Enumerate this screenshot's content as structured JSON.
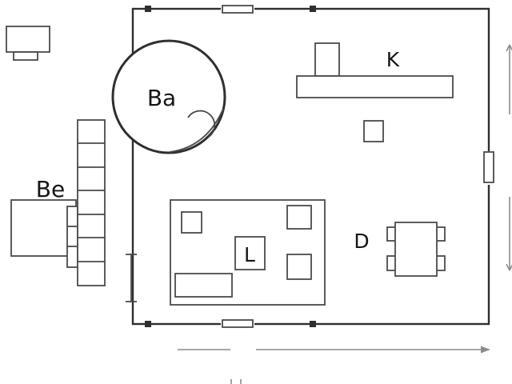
{
  "diagram": {
    "type": "floor-plan",
    "rooms": [
      {
        "id": "bathroom",
        "label": "Ba"
      },
      {
        "id": "kitchen",
        "label": "K"
      },
      {
        "id": "bedroom",
        "label": "Be"
      },
      {
        "id": "living-room",
        "label": "L"
      },
      {
        "id": "dining-room",
        "label": "D"
      }
    ],
    "colors": {
      "wall": "#2f2f2f",
      "furniture": "#4a4a4a",
      "dimension": "#8c8c8c",
      "text": "#161616",
      "background": "#ffffff"
    }
  }
}
